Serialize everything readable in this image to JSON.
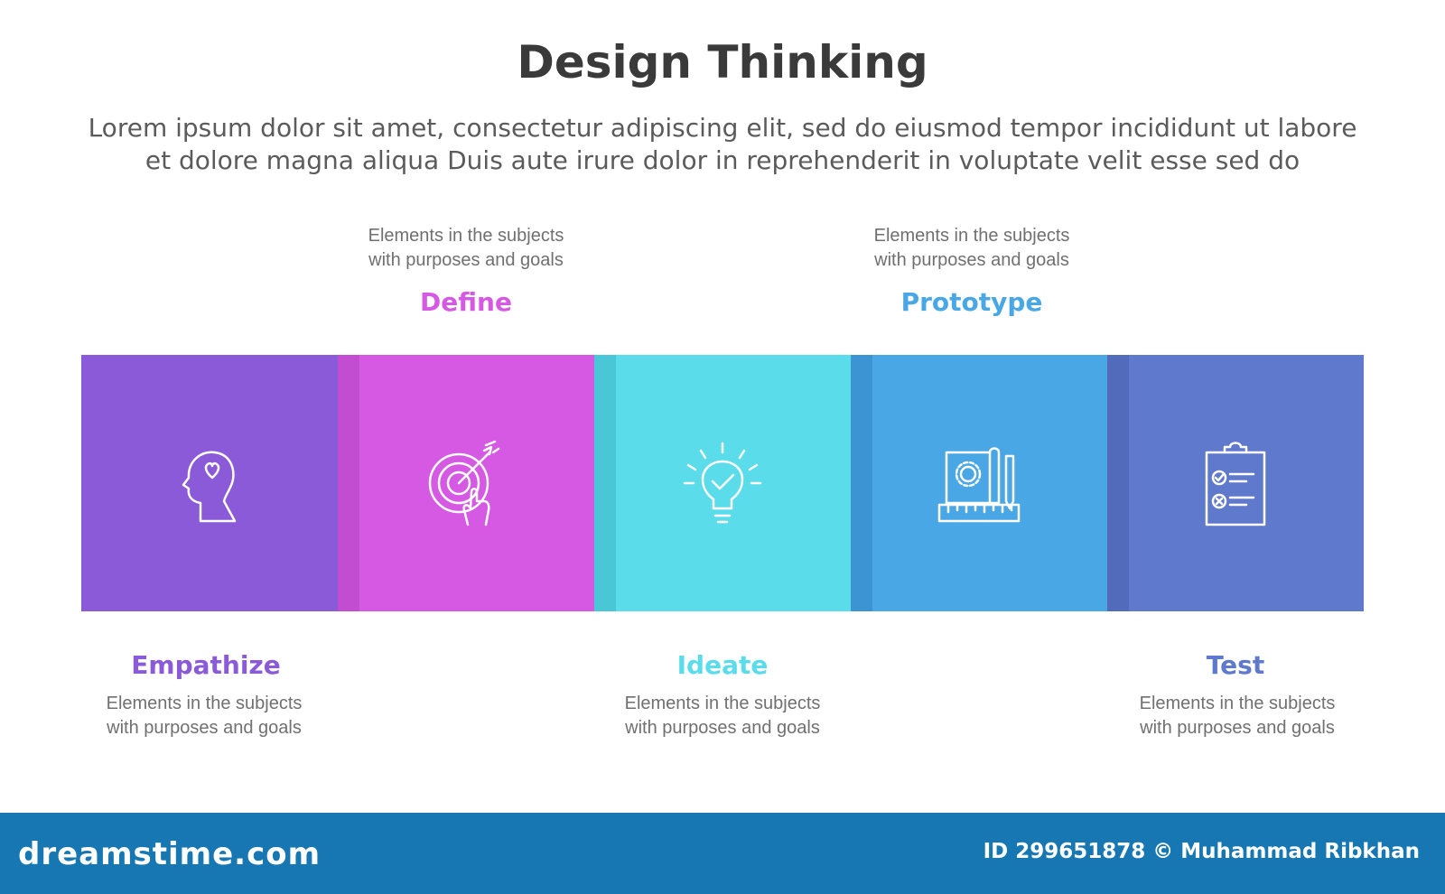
{
  "title": "Design Thinking",
  "subtitle": {
    "line1": "Lorem ipsum dolor sit amet, consectetur adipiscing elit, sed do eiusmod tempor incididunt ut labore",
    "line2": "et dolore magna aliqua Duis aute irure dolor in reprehenderit in voluptate velit esse sed do"
  },
  "steps": [
    {
      "label": "Empathize",
      "desc1": "Elements in the subjects",
      "desc2": "with purposes and goals",
      "color": "#8b5ad8",
      "shade": "#7d4fcc",
      "icon": "head-heart-icon"
    },
    {
      "label": "Define",
      "desc1": "Elements in the subjects",
      "desc2": "with purposes and goals",
      "color": "#d659e4",
      "shade": "#c24dd1",
      "icon": "target-arrow-icon"
    },
    {
      "label": "Ideate",
      "desc1": "Elements in the subjects",
      "desc2": "with purposes and goals",
      "color": "#5bdcea",
      "shade": "#49c7d6",
      "icon": "lightbulb-check-icon"
    },
    {
      "label": "Prototype",
      "desc1": "Elements in the subjects",
      "desc2": "with purposes and goals",
      "color": "#4aa7e6",
      "shade": "#3c94d2",
      "icon": "blueprint-ruler-icon"
    },
    {
      "label": "Test",
      "desc1": "Elements in the subjects",
      "desc2": "with purposes and goals",
      "color": "#5f79cc",
      "shade": "#536bbb",
      "icon": "clipboard-checklist-icon"
    }
  ],
  "footer": {
    "logo": "dreamstime.com",
    "credit": "ID 299651878 © Muhammad Ribkhan",
    "background": "#1677b2"
  }
}
